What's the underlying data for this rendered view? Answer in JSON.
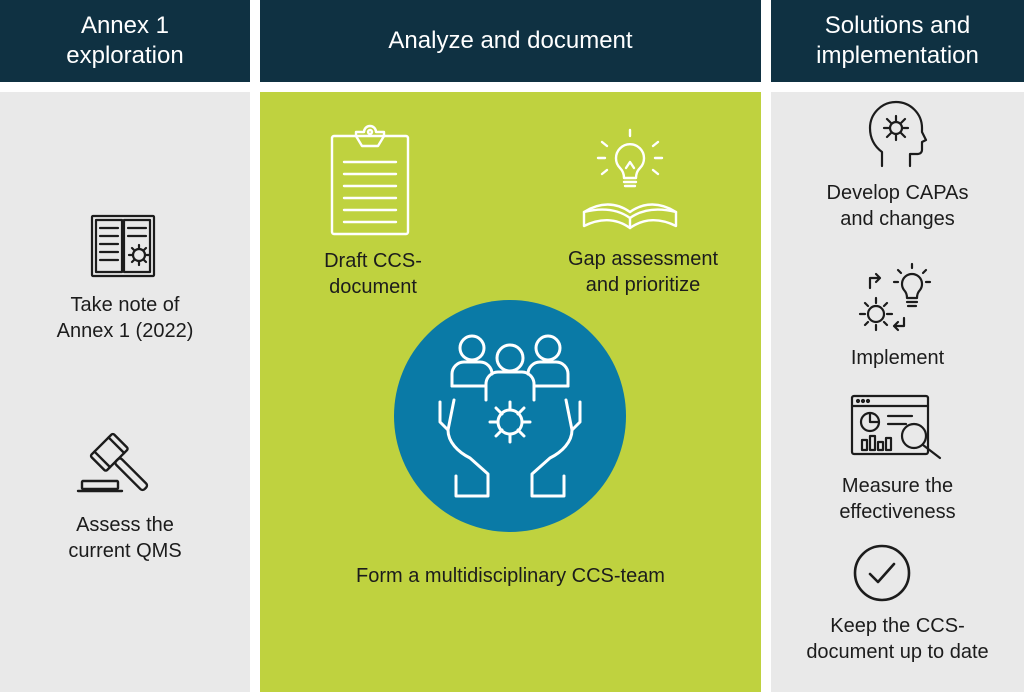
{
  "columns": {
    "exploration": {
      "title": "Annex 1\nexploration",
      "steps": [
        {
          "label": "Take note of\nAnnex 1 (2022)",
          "icon": "annex-book-icon"
        },
        {
          "label": "Assess the\ncurrent QMS",
          "icon": "gavel-icon"
        }
      ]
    },
    "analyze": {
      "title": "Analyze and document",
      "steps": [
        {
          "label": "Draft CCS-\ndocument",
          "icon": "clipboard-icon"
        },
        {
          "label": "Gap assessment\nand prioritize",
          "icon": "book-lightbulb-icon"
        },
        {
          "label": "Form a multidisciplinary CCS-team",
          "icon": "team-hands-gear-icon"
        }
      ]
    },
    "solutions": {
      "title": "Solutions and\nimplementation",
      "steps": [
        {
          "label": "Develop CAPAs\nand changes",
          "icon": "head-gear-icon"
        },
        {
          "label": "Implement",
          "icon": "gear-lightbulb-icon"
        },
        {
          "label": "Measure the\neffectiveness",
          "icon": "dashboard-magnifier-icon"
        },
        {
          "label": "Keep the CCS-\ndocument up to date",
          "icon": "checkmark-circle-icon"
        }
      ]
    }
  },
  "colors": {
    "header_bg": "#0f3142",
    "side_column_bg": "#e9e9e9",
    "middle_column_bg": "#bfd23f",
    "team_circle": "#0a7aa6"
  }
}
